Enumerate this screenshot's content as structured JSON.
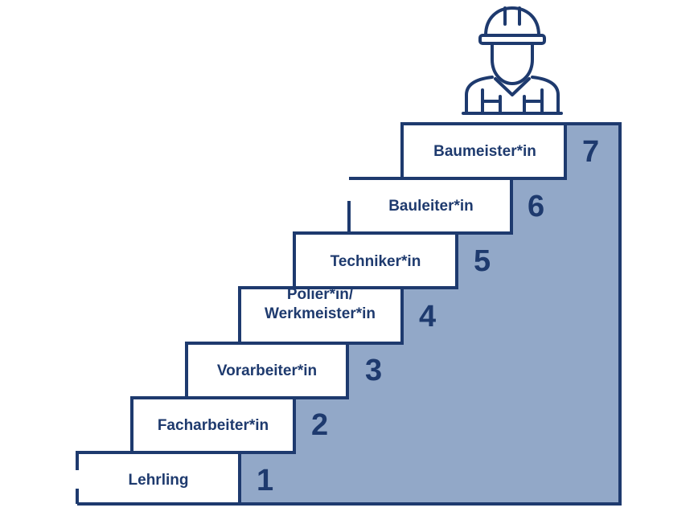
{
  "colors": {
    "navy": "#1e3a6e",
    "fill": "#92a8c8",
    "background": "#ffffff"
  },
  "steps": [
    {
      "number": "1",
      "lines": [
        "Lehrling"
      ]
    },
    {
      "number": "2",
      "lines": [
        "Facharbeiter*in"
      ]
    },
    {
      "number": "3",
      "lines": [
        "Vorarbeiter*in"
      ]
    },
    {
      "number": "4",
      "lines": [
        "Polier*in/",
        "Werkmeister*in"
      ]
    },
    {
      "number": "5",
      "lines": [
        "Techniker*in"
      ]
    },
    {
      "number": "6",
      "lines": [
        "Bauleiter*in"
      ]
    },
    {
      "number": "7",
      "lines": [
        "Baumeister*in"
      ]
    }
  ],
  "icon": "construction-worker-icon"
}
